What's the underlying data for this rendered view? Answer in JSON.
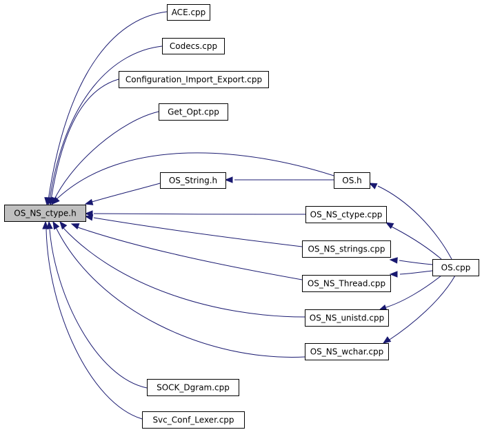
{
  "diagram": {
    "colors": {
      "edge": "#191970",
      "root_fill": "#bfbfbf",
      "node_fill": "#ffffff",
      "border": "#000000"
    },
    "nodes": [
      {
        "id": "root",
        "label": "OS_NS_ctype.h"
      },
      {
        "id": "ace",
        "label": "ACE.cpp"
      },
      {
        "id": "codecs",
        "label": "Codecs.cpp"
      },
      {
        "id": "config",
        "label": "Configuration_Import_Export.cpp"
      },
      {
        "id": "getopt",
        "label": "Get_Opt.cpp"
      },
      {
        "id": "osstring",
        "label": "OS_String.h"
      },
      {
        "id": "osh",
        "label": "OS.h"
      },
      {
        "id": "osctypecpp",
        "label": "OS_NS_ctype.cpp"
      },
      {
        "id": "osstrings",
        "label": "OS_NS_strings.cpp"
      },
      {
        "id": "oscpp",
        "label": "OS.cpp"
      },
      {
        "id": "osthread",
        "label": "OS_NS_Thread.cpp"
      },
      {
        "id": "osunistd",
        "label": "OS_NS_unistd.cpp"
      },
      {
        "id": "oswchar",
        "label": "OS_NS_wchar.cpp"
      },
      {
        "id": "sockdgram",
        "label": "SOCK_Dgram.cpp"
      },
      {
        "id": "svcconf",
        "label": "Svc_Conf_Lexer.cpp"
      }
    ],
    "edges": [
      {
        "from": "ace",
        "to": "root"
      },
      {
        "from": "codecs",
        "to": "root"
      },
      {
        "from": "config",
        "to": "root"
      },
      {
        "from": "getopt",
        "to": "root"
      },
      {
        "from": "osstring",
        "to": "root"
      },
      {
        "from": "osh",
        "to": "root"
      },
      {
        "from": "osh",
        "to": "osstring"
      },
      {
        "from": "osctypecpp",
        "to": "root"
      },
      {
        "from": "osstrings",
        "to": "root"
      },
      {
        "from": "osthread",
        "to": "root"
      },
      {
        "from": "osunistd",
        "to": "root"
      },
      {
        "from": "oswchar",
        "to": "root"
      },
      {
        "from": "sockdgram",
        "to": "root"
      },
      {
        "from": "svcconf",
        "to": "root"
      },
      {
        "from": "oscpp",
        "to": "osh"
      },
      {
        "from": "oscpp",
        "to": "osctypecpp"
      },
      {
        "from": "oscpp",
        "to": "osstrings"
      },
      {
        "from": "oscpp",
        "to": "osthread"
      },
      {
        "from": "oscpp",
        "to": "osunistd"
      },
      {
        "from": "oscpp",
        "to": "oswchar"
      }
    ]
  }
}
